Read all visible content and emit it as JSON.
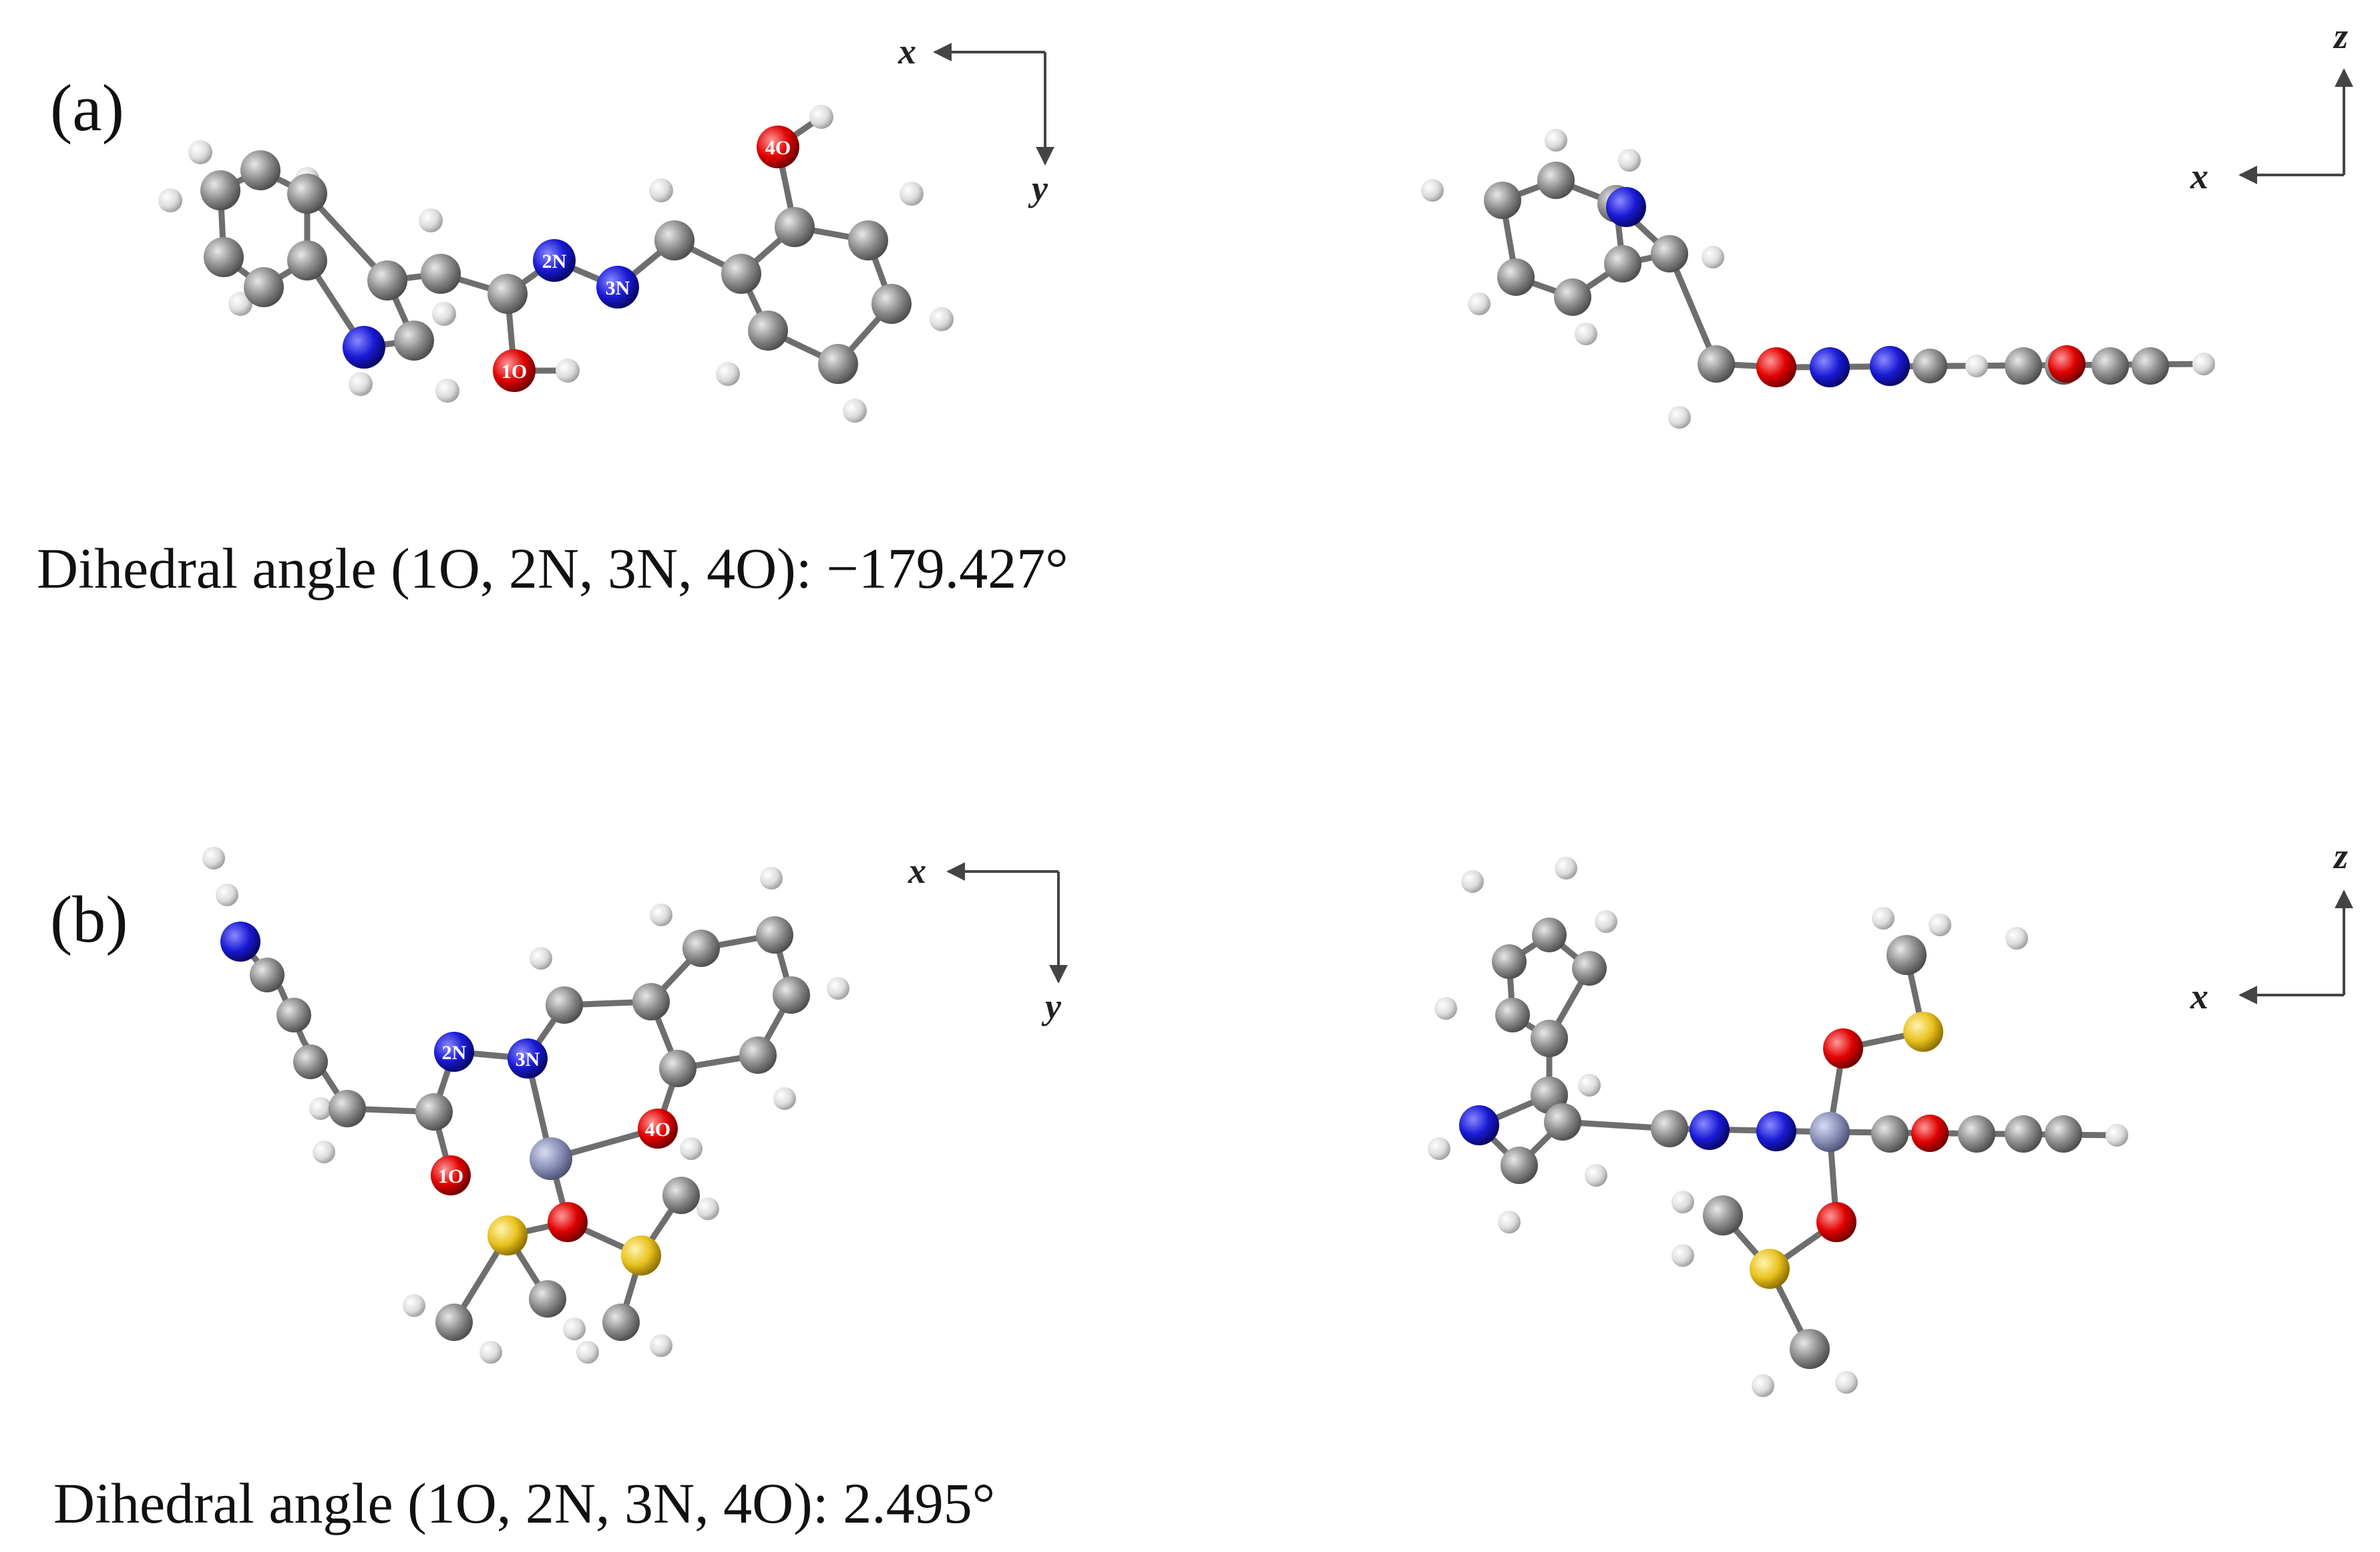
{
  "panels": [
    {
      "id": "a",
      "label": "(a)",
      "caption": "Dihedral angle (1O, 2N, 3N, 4O): −179.427°",
      "axes_left": {
        "h": "x",
        "v": "y"
      },
      "axes_right": {
        "h": "x",
        "v": "z"
      },
      "atom_labels": [
        "1O",
        "2N",
        "3N",
        "4O"
      ]
    },
    {
      "id": "b",
      "label": "(b)",
      "caption": "Dihedral angle (1O, 2N, 3N, 4O): 2.495°",
      "axes_left": {
        "h": "x",
        "v": "y"
      },
      "axes_right": {
        "h": "x",
        "v": "z"
      },
      "atom_labels": [
        "1O",
        "2N",
        "3N",
        "4O"
      ]
    }
  ],
  "atom_colors": {
    "C": "#8c8c8c",
    "H": "#e6e6e6",
    "N": "#1a1ad6",
    "O": "#e00000",
    "S": "#e8c21e",
    "M": "#8a90b8"
  }
}
